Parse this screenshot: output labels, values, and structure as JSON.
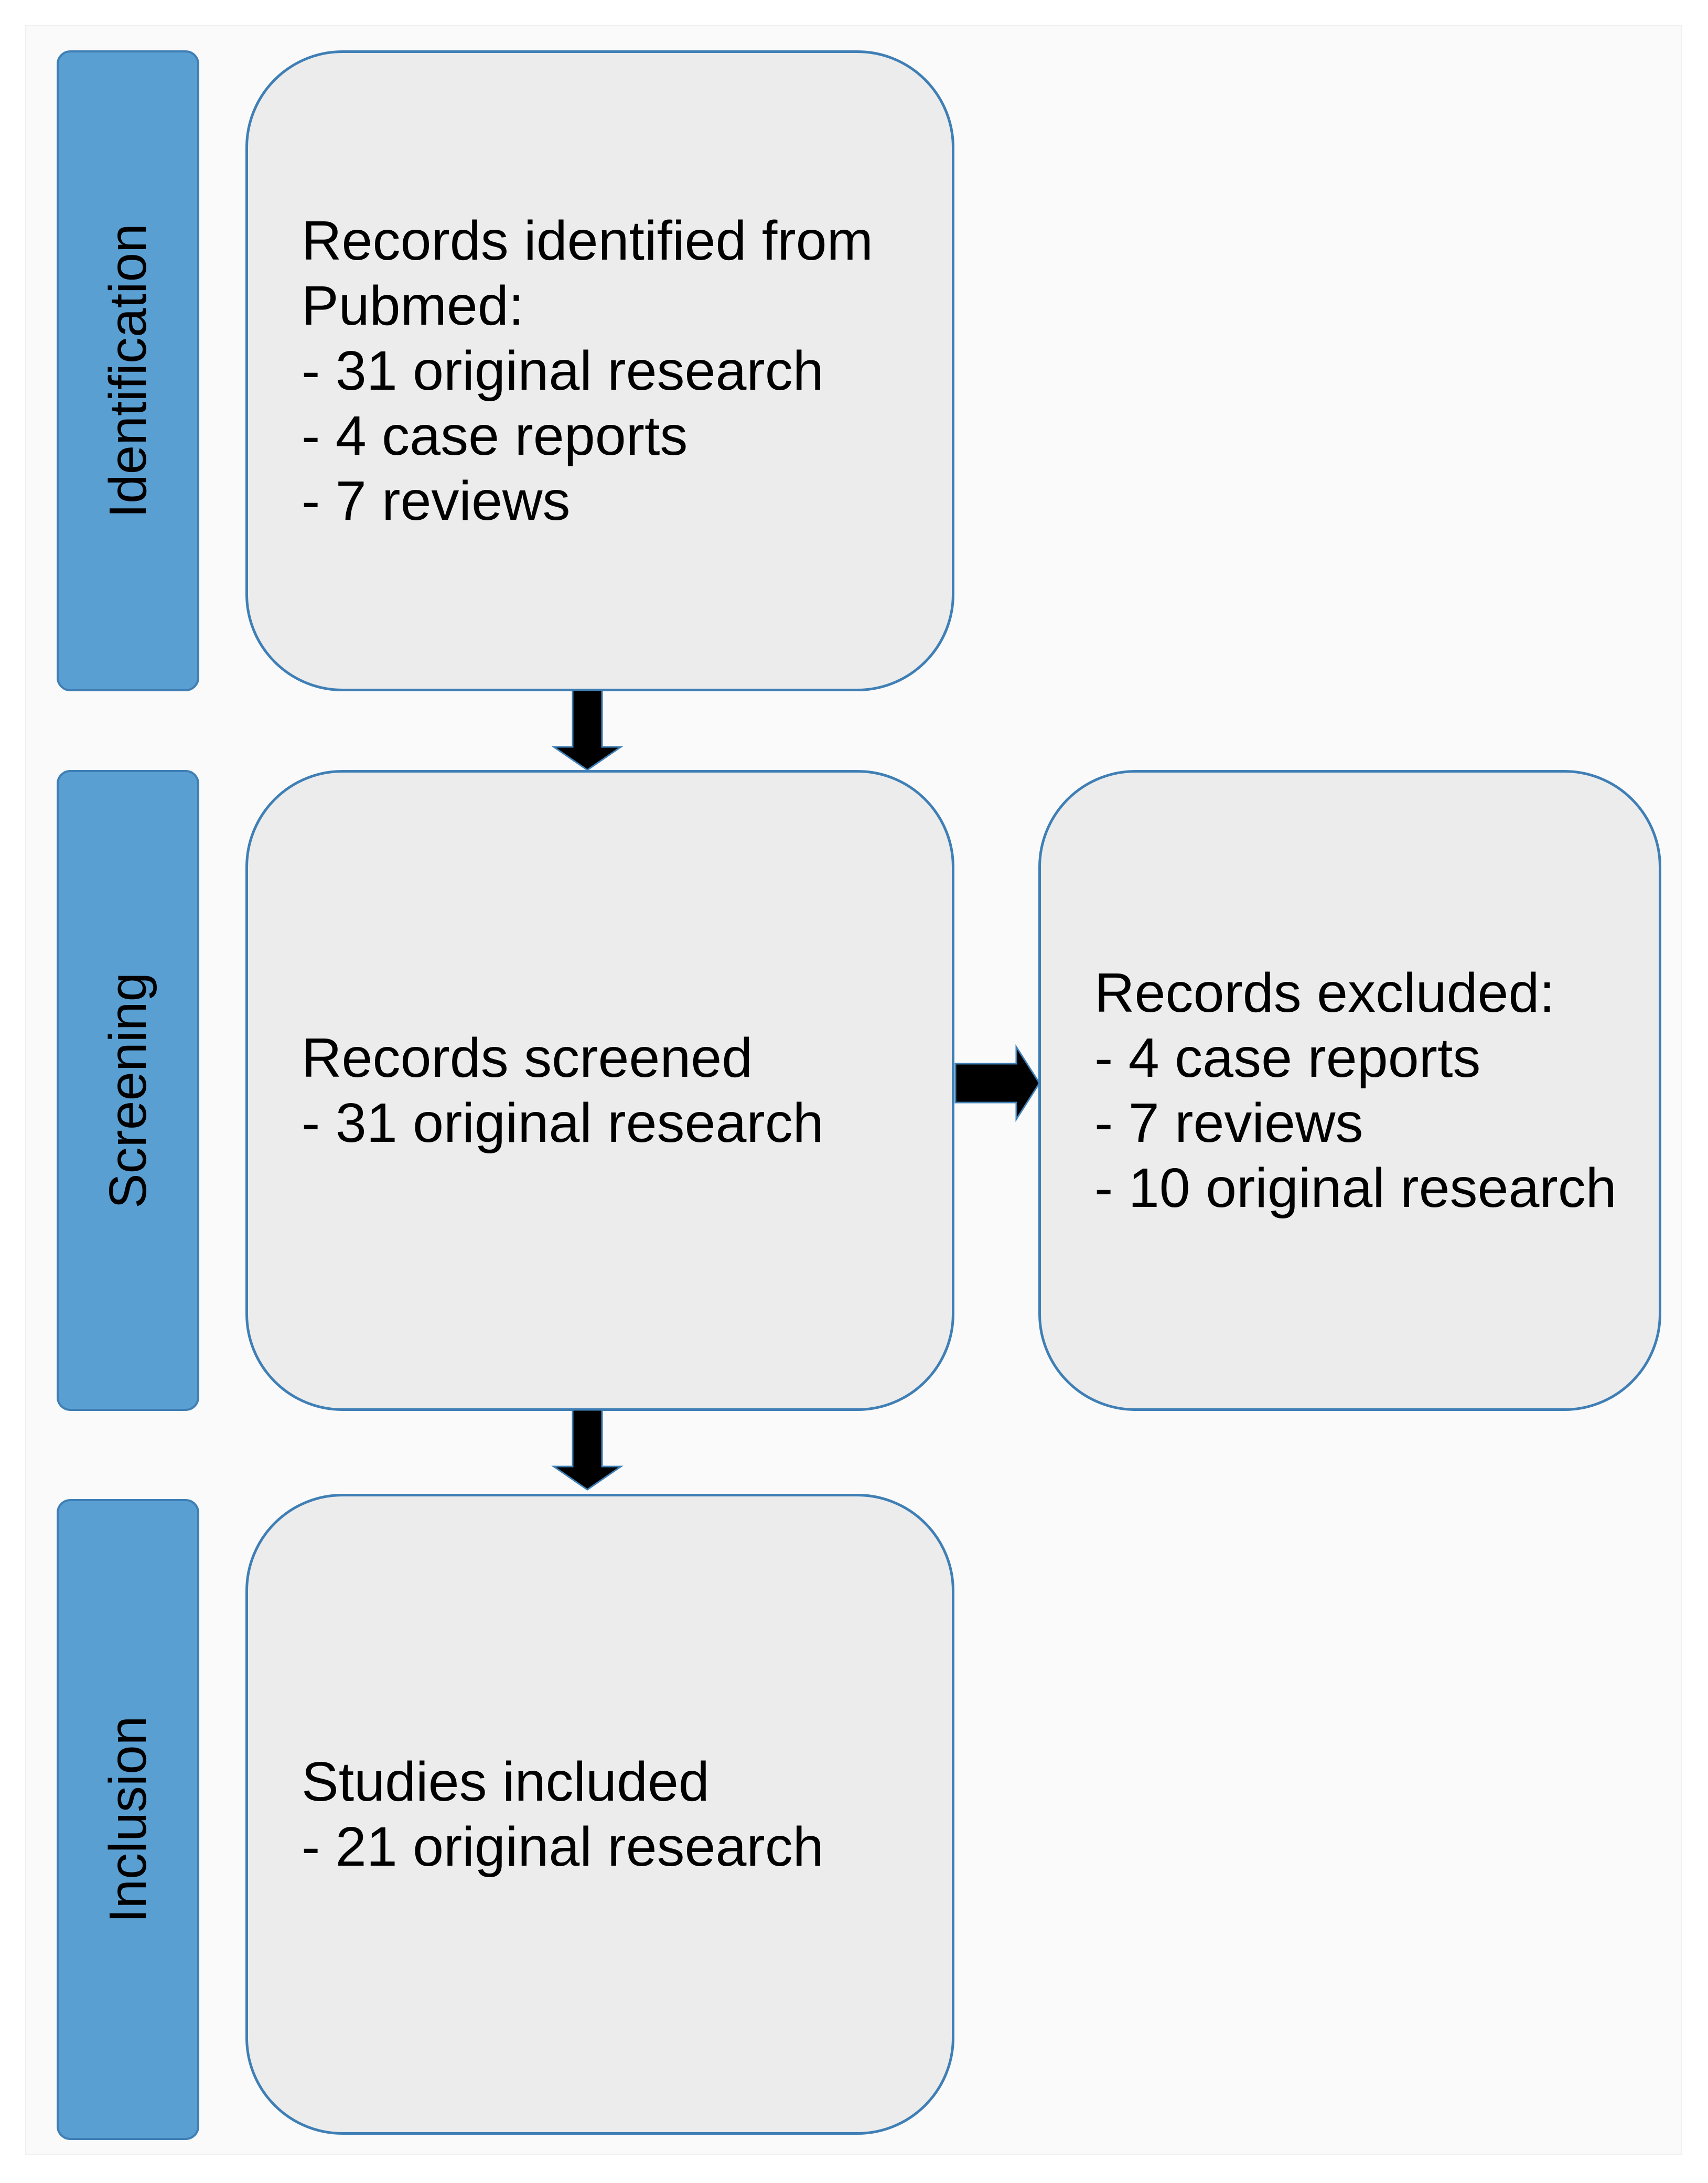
{
  "stages": [
    {
      "label": "Identification"
    },
    {
      "label": "Screening"
    },
    {
      "label": "Inclusion"
    }
  ],
  "boxes": {
    "identified": {
      "lines": [
        "Records identified from",
        "Pubmed:",
        "- 31 original research",
        "- 4 case reports",
        "- 7 reviews"
      ]
    },
    "screened": {
      "lines": [
        "Records screened",
        "- 31 original research"
      ]
    },
    "excluded": {
      "lines": [
        "Records excluded:",
        "- 4 case reports",
        "- 7 reviews",
        "- 10 original research"
      ]
    },
    "included": {
      "lines": [
        "Studies included",
        "- 21 original research"
      ]
    }
  },
  "colors": {
    "stage_fill": "#5a9fd2",
    "box_fill": "#ececec",
    "border": "#3f7fb5",
    "arrow": "#000000"
  }
}
